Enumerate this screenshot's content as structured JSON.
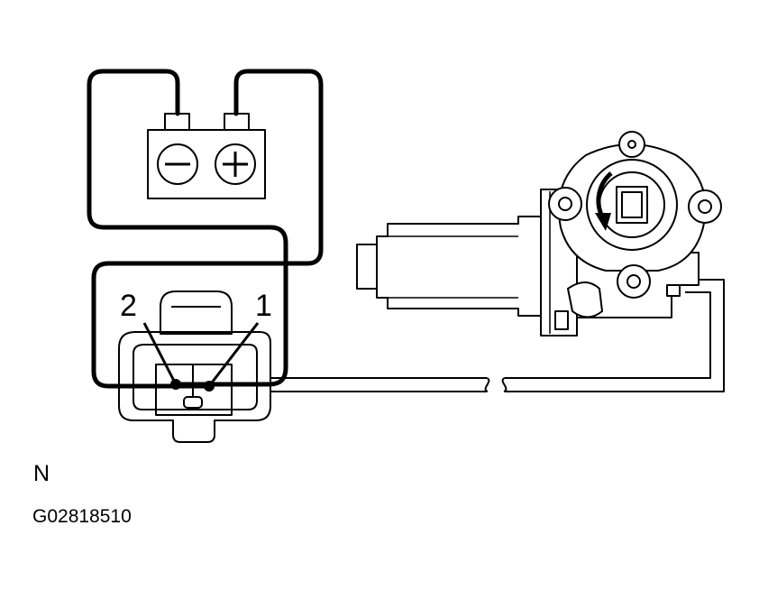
{
  "labels": {
    "pin_2": "2",
    "pin_1": "1",
    "caption": "N",
    "figure_id": "G02818510"
  },
  "icons": {
    "battery": "battery-icon",
    "connector": "connector-icon",
    "motor": "window-motor-icon",
    "rotation_arrow": "rotation-arrow-icon"
  },
  "colors": {
    "line": "#000000",
    "background": "#ffffff"
  }
}
